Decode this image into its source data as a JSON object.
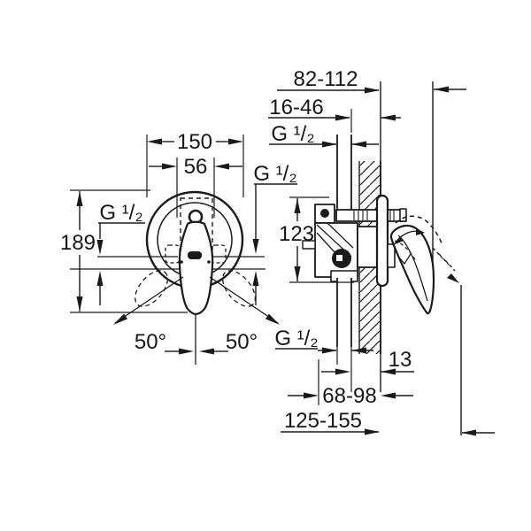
{
  "drawing": {
    "type": "technical installation dimension drawing, concealed single-lever mixer valve, front view and wall-section side view",
    "line_color": "#1a1a1a",
    "bg_color": "#ffffff",
    "dims": {
      "wall_to_handle": "82-112",
      "rough_in": "16-46",
      "thread_top": "G ¹/₂",
      "thread_supply": "G ¹/₂",
      "plate_diameter": "150",
      "cartridge": "56",
      "thread_left": "G ¹/₂",
      "height": "189",
      "body_height": "123",
      "swing_left": "50°",
      "swing_right": "50°",
      "thread_bottom": "G ¹/₂",
      "wall_offset": "13",
      "body_depth": "68-98",
      "total_depth": "125-155"
    }
  }
}
